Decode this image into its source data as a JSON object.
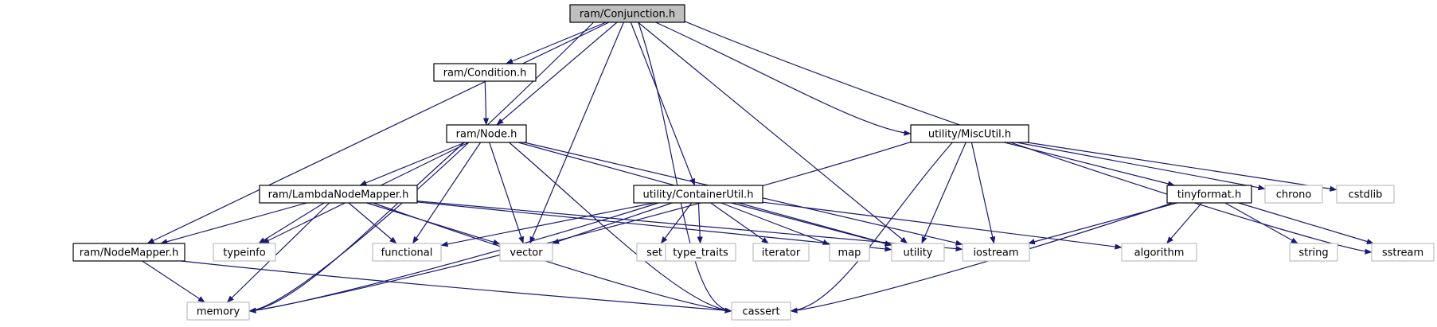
{
  "diagram": {
    "type": "include-dependency-graph",
    "edge_color": "#191970",
    "root_fill": "#bfbfbf",
    "local_border": "#000000",
    "system_border": "#bfbfbf",
    "nodes": [
      {
        "id": "conj",
        "label": "ram/Conjunction.h",
        "kind": "root"
      },
      {
        "id": "cond",
        "label": "ram/Condition.h",
        "kind": "local"
      },
      {
        "id": "node",
        "label": "ram/Node.h",
        "kind": "local"
      },
      {
        "id": "misc",
        "label": "utility/MiscUtil.h",
        "kind": "local"
      },
      {
        "id": "lnm",
        "label": "ram/LambdaNodeMapper.h",
        "kind": "local"
      },
      {
        "id": "cu",
        "label": "utility/ContainerUtil.h",
        "kind": "local"
      },
      {
        "id": "tiny",
        "label": "tinyformat.h",
        "kind": "local"
      },
      {
        "id": "chrono",
        "label": "chrono",
        "kind": "system"
      },
      {
        "id": "cstdlib",
        "label": "cstdlib",
        "kind": "system"
      },
      {
        "id": "nm",
        "label": "ram/NodeMapper.h",
        "kind": "local"
      },
      {
        "id": "typeinfo",
        "label": "typeinfo",
        "kind": "system"
      },
      {
        "id": "functional",
        "label": "functional",
        "kind": "system"
      },
      {
        "id": "vector",
        "label": "vector",
        "kind": "system"
      },
      {
        "id": "set",
        "label": "set",
        "kind": "system"
      },
      {
        "id": "type_traits",
        "label": "type_traits",
        "kind": "system"
      },
      {
        "id": "iterator",
        "label": "iterator",
        "kind": "system"
      },
      {
        "id": "map",
        "label": "map",
        "kind": "system"
      },
      {
        "id": "utility",
        "label": "utility",
        "kind": "system"
      },
      {
        "id": "iostream",
        "label": "iostream",
        "kind": "system"
      },
      {
        "id": "algorithm",
        "label": "algorithm",
        "kind": "system"
      },
      {
        "id": "string",
        "label": "string",
        "kind": "system"
      },
      {
        "id": "sstream",
        "label": "sstream",
        "kind": "system"
      },
      {
        "id": "memory",
        "label": "memory",
        "kind": "system"
      },
      {
        "id": "cassert",
        "label": "cassert",
        "kind": "system"
      }
    ],
    "edges": [
      [
        "conj",
        "cond"
      ],
      [
        "conj",
        "node"
      ],
      [
        "conj",
        "memory"
      ],
      [
        "conj",
        "nm"
      ],
      [
        "conj",
        "vector"
      ],
      [
        "conj",
        "cu"
      ],
      [
        "conj",
        "utility"
      ],
      [
        "conj",
        "cassert"
      ],
      [
        "conj",
        "misc"
      ],
      [
        "conj",
        "sstream"
      ],
      [
        "cond",
        "node"
      ],
      [
        "node",
        "lnm"
      ],
      [
        "node",
        "memory"
      ],
      [
        "node",
        "typeinfo"
      ],
      [
        "node",
        "functional"
      ],
      [
        "node",
        "vector"
      ],
      [
        "node",
        "cassert"
      ],
      [
        "node",
        "utility"
      ],
      [
        "node",
        "iostream"
      ],
      [
        "lnm",
        "nm"
      ],
      [
        "lnm",
        "typeinfo"
      ],
      [
        "lnm",
        "functional"
      ],
      [
        "lnm",
        "vector"
      ],
      [
        "lnm",
        "memory"
      ],
      [
        "lnm",
        "cassert"
      ],
      [
        "lnm",
        "utility"
      ],
      [
        "lnm",
        "iostream"
      ],
      [
        "nm",
        "memory"
      ],
      [
        "nm",
        "cassert"
      ],
      [
        "cu",
        "functional"
      ],
      [
        "cu",
        "vector"
      ],
      [
        "cu",
        "set"
      ],
      [
        "cu",
        "type_traits"
      ],
      [
        "cu",
        "iterator"
      ],
      [
        "cu",
        "map"
      ],
      [
        "cu",
        "utility"
      ],
      [
        "cu",
        "algorithm"
      ],
      [
        "cu",
        "memory"
      ],
      [
        "misc",
        "tiny"
      ],
      [
        "misc",
        "chrono"
      ],
      [
        "misc",
        "cstdlib"
      ],
      [
        "misc",
        "utility"
      ],
      [
        "misc",
        "iostream"
      ],
      [
        "misc",
        "memory"
      ],
      [
        "misc",
        "cassert"
      ],
      [
        "tiny",
        "iostream"
      ],
      [
        "tiny",
        "algorithm"
      ],
      [
        "tiny",
        "string"
      ],
      [
        "tiny",
        "sstream"
      ],
      [
        "tiny",
        "cassert"
      ]
    ]
  }
}
